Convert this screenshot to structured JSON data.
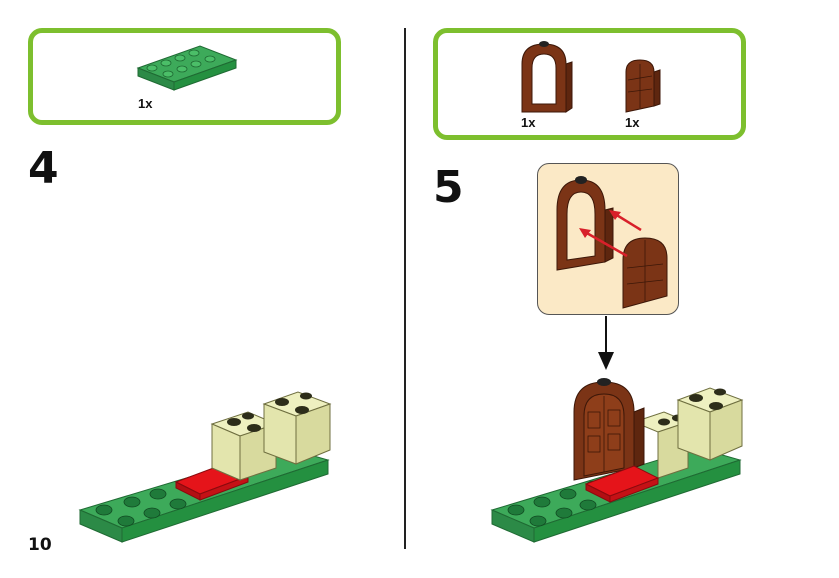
{
  "page": {
    "number": "10"
  },
  "steps": [
    {
      "number": "4",
      "parts": [
        {
          "icon": "green-plate-2x4-icon",
          "qty": "1x"
        }
      ]
    },
    {
      "number": "5",
      "parts": [
        {
          "icon": "brown-arch-door-frame-icon",
          "qty": "1x"
        },
        {
          "icon": "brown-door-icon",
          "qty": "1x"
        }
      ]
    }
  ],
  "colors": {
    "frame_green": "#7dbf2e",
    "brick_green": "#3daa5a",
    "brick_tan": "#eef0c0",
    "brick_red": "#e5141a",
    "brick_brown": "#7b3416",
    "callout_bg": "#fbe9c6"
  }
}
